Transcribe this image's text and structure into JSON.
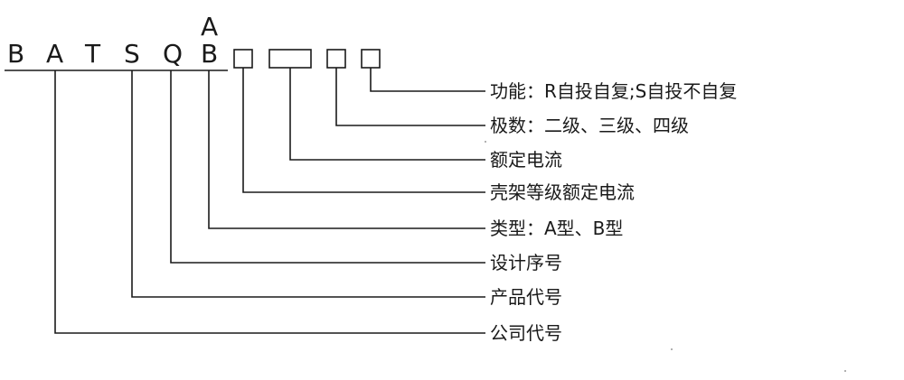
{
  "model_code": {
    "letters": [
      "B",
      "A",
      "T",
      "S",
      "Q",
      "B"
    ],
    "type_superscript": "A"
  },
  "descriptions": {
    "function": "功能：R自投自复;S自投不自复",
    "poles": "极数：二级、三级、四级",
    "rated_current": "额定电流",
    "frame_rated_current": "壳架等级额定电流",
    "type": "类型：A型、B型",
    "design_serial": "设计序号",
    "product_code": "产品代号",
    "company_code": "公司代号"
  }
}
